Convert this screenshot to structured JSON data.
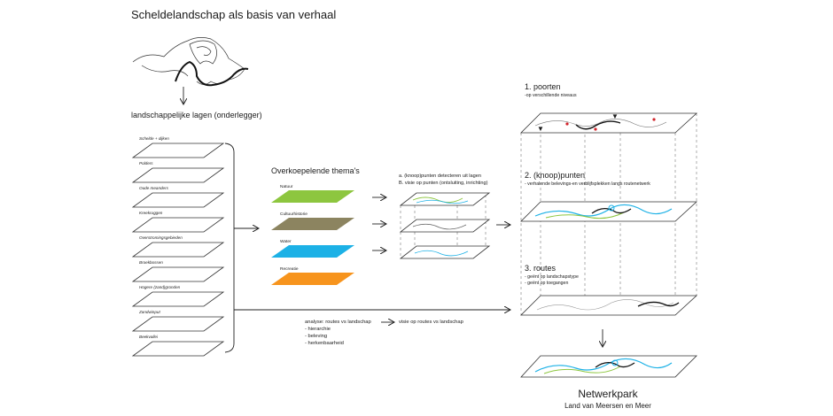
{
  "title": "Scheldelandschap als basis van verhaal",
  "layers_heading": "landschappelijke lagen (onderlegger)",
  "layers": [
    "Schelde + dijken",
    "Polders",
    "Oude meanders",
    "Kreekruggen",
    "Overstromingsgebieden",
    "Broekbossen",
    "Hogere (zand)gronden",
    "Zandwinput",
    "Beekvallei"
  ],
  "themes_heading": "Overkoepelende thema's",
  "themes": [
    {
      "label": "Natuur",
      "color": "#8dc63f"
    },
    {
      "label": "Cultuurhistorie",
      "color": "#8c8460"
    },
    {
      "label": "Water",
      "color": "#1cb1e6"
    },
    {
      "label": "Recreatie",
      "color": "#f7941d"
    }
  ],
  "step_notes": [
    "a. (knoop)punten detecteren uit lagen",
    "B. visie op punten (ontsluiting, inrichting)"
  ],
  "analysis": {
    "heading": "analyse: routes vs landschap",
    "items": [
      "- hierarchie",
      "- beleving",
      "- herkenbaarheid"
    ],
    "result": "visie op routes vs landschap"
  },
  "stack": [
    {
      "title": "1. poorten",
      "notes": [
        "-op verschillende niveaus"
      ]
    },
    {
      "title": "2. (knoop)punten",
      "notes": [
        "- verhalende belevings-en verblijfsplekken langs routenetwerk"
      ]
    },
    {
      "title": "3. routes",
      "notes": [
        "- geënt op landschapstype",
        "- geënt op toegangen"
      ]
    }
  ],
  "result": {
    "title": "Netwerkpark",
    "subtitle": "Land van Meersen en Meer"
  },
  "colors": {
    "ink": "#1a1a1a",
    "route_blue": "#1cb1e6",
    "route_green": "#8dc63f",
    "point_red": "#d2232a",
    "gate_purple": "#6b5ca5"
  }
}
